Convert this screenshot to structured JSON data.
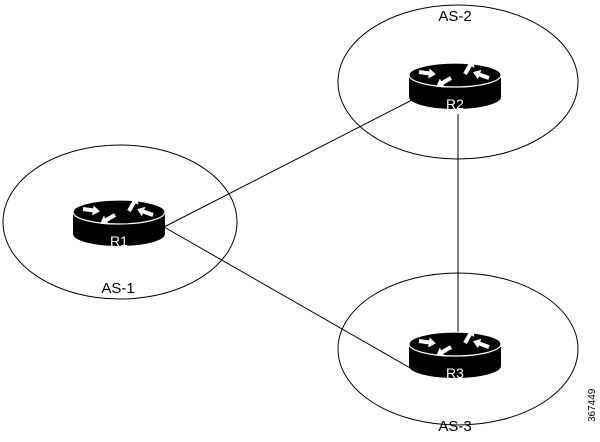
{
  "autonomous_systems": [
    {
      "id": "as1",
      "label": "AS-1"
    },
    {
      "id": "as2",
      "label": "AS-2"
    },
    {
      "id": "as3",
      "label": "AS-3"
    }
  ],
  "routers": [
    {
      "id": "r1",
      "label": "R1",
      "icon": "router-icon"
    },
    {
      "id": "r2",
      "label": "R2",
      "icon": "router-icon"
    },
    {
      "id": "r3",
      "label": "R3",
      "icon": "router-icon"
    }
  ],
  "links": [
    {
      "from": "R1",
      "to": "R2"
    },
    {
      "from": "R1",
      "to": "R3"
    },
    {
      "from": "R2",
      "to": "R3"
    }
  ],
  "figure_id": "367449",
  "colors": {
    "line": "#000000",
    "router_body": "#000000",
    "router_text": "#ffffff",
    "background": "#ffffff"
  }
}
